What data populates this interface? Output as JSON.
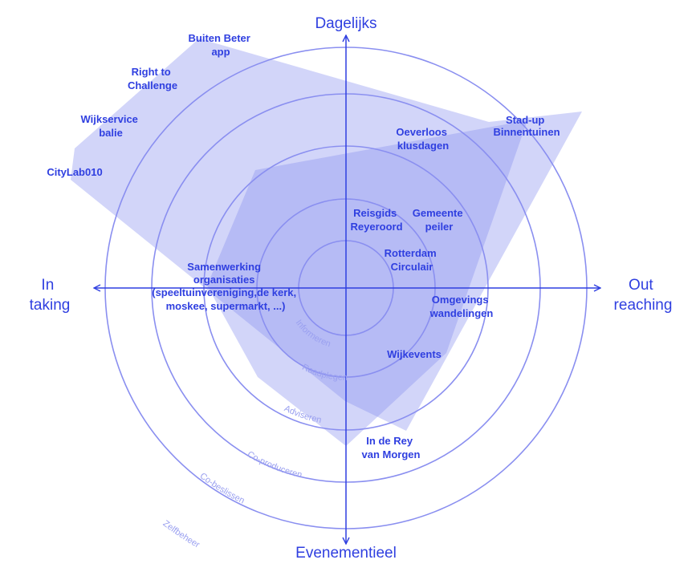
{
  "axes": {
    "top": "Dagelijks",
    "bottom": "Evenementieel",
    "left": [
      "In",
      "taking"
    ],
    "right": [
      "Out",
      "reaching"
    ]
  },
  "rings": [
    "Informeren",
    "Raadplegen",
    "Adviseren",
    "Co-produceren",
    "Co-beslissen",
    "Zelfbeheer"
  ],
  "items": [
    {
      "id": "buiten-beter-app",
      "lines": [
        "Buiten Beter",
        "app"
      ]
    },
    {
      "id": "right-to-challenge",
      "lines": [
        "Right to",
        "Challenge"
      ]
    },
    {
      "id": "wijkservice-balie",
      "lines": [
        "Wijkservice",
        "balie"
      ]
    },
    {
      "id": "citylab010",
      "lines": [
        "CityLab010"
      ]
    },
    {
      "id": "stad-up-binnentuinen",
      "lines": [
        "Stad-up",
        "Binnentuinen"
      ]
    },
    {
      "id": "oeverloos-klusdagen",
      "lines": [
        "Oeverloos",
        "klusdagen"
      ]
    },
    {
      "id": "reisgids-reyeroord",
      "lines": [
        "Reisgids",
        "Reyeroord"
      ]
    },
    {
      "id": "gemeente-peiler",
      "lines": [
        "Gemeente",
        "peiler"
      ]
    },
    {
      "id": "rotterdam-circulair",
      "lines": [
        "Rotterdam",
        "Circulair"
      ]
    },
    {
      "id": "samenwerking-organisaties",
      "lines": [
        "Samenwerking",
        "organisaties",
        "(speeltuinvereniging,de kerk,",
        "moskee, supermarkt, ...)"
      ]
    },
    {
      "id": "omgevings-wandelingen",
      "lines": [
        "Omgevings",
        "wandelingen"
      ]
    },
    {
      "id": "wijkevents",
      "lines": [
        "Wijkevents"
      ]
    },
    {
      "id": "in-de-rey-van-morgen",
      "lines": [
        "In de Rey",
        "van Morgen"
      ]
    }
  ],
  "colors": {
    "axis": "#2f3fe0",
    "ring": "#8a8ff0",
    "polygon": "#8a91ee"
  }
}
